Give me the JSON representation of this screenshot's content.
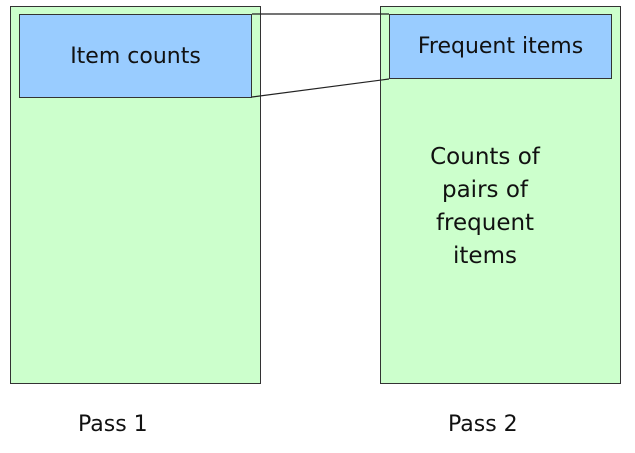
{
  "colors": {
    "memory_fill": "#ccffcc",
    "box_fill": "#99ccff",
    "border": "#333333"
  },
  "pass1": {
    "box_label": "Item counts",
    "caption": "Pass 1"
  },
  "pass2": {
    "box_label": "Frequent items",
    "body_text": "Counts of\npairs of\nfrequent\nitems",
    "caption": "Pass 2"
  }
}
